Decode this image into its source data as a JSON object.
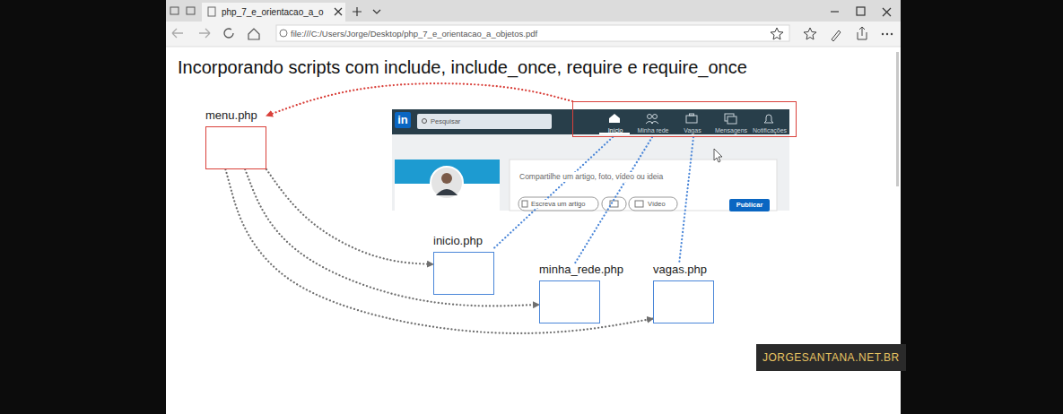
{
  "diagram": {
    "title": "Incorporando scripts com include, include_once, require e require_once",
    "nodes": [
      {
        "text": [
          "menu.php"
        ]
      },
      {
        "text": [
          "Início",
          "Minha rede",
          "Vagas",
          "Mensagens",
          "Notificações"
        ]
      },
      {
        "text": [
          "inicio.php"
        ]
      },
      {
        "text": [
          "minha_rede.php"
        ]
      },
      {
        "text": [
          "vagas.php"
        ]
      }
    ],
    "edges": [
      {
        "from": 1,
        "to": 0,
        "arrow": "to"
      },
      {
        "from": 0,
        "to": 2,
        "arrow": "to"
      },
      {
        "from": 0,
        "to": 3,
        "arrow": "to"
      },
      {
        "from": 0,
        "to": 4,
        "arrow": "to"
      },
      {
        "from": 1,
        "to": 2,
        "arrow": "none"
      },
      {
        "from": 1,
        "to": 3,
        "arrow": "none"
      },
      {
        "from": 1,
        "to": 4,
        "arrow": "none"
      }
    ],
    "labels": [
      "php_7_e_orientacao_a_o",
      "file:///C:/Users/Jorge/Desktop/php_7_e_orientacao_a_objetos.pdf",
      "in",
      "Pesquisar",
      "Compartilhe um artigo, foto, vídeo ou ideia",
      "Escreva um artigo",
      "Vídeo",
      "Publicar",
      "JORGESANTANA.NET.BR"
    ]
  }
}
